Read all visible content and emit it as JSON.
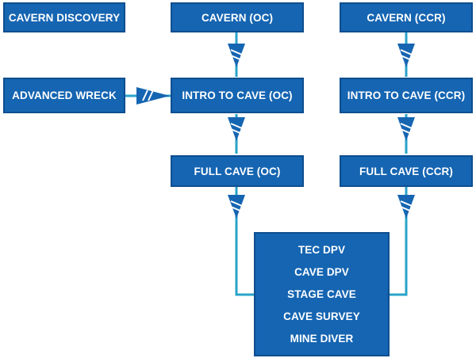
{
  "nodes": {
    "cavern_discovery": "CAVERN DISCOVERY",
    "cavern_oc": "CAVERN (OC)",
    "cavern_ccr": "CAVERN (CCR)",
    "advanced_wreck": "ADVANCED WRECK",
    "intro_cave_oc": "INTRO TO CAVE (OC)",
    "intro_cave_ccr": "INTRO TO CAVE (CCR)",
    "full_cave_oc": "FULL CAVE (OC)",
    "full_cave_ccr": "FULL CAVE (CCR)",
    "specialties": [
      "TEC DPV",
      "CAVE DPV",
      "STAGE CAVE",
      "CAVE SURVEY",
      "MINE DIVER"
    ]
  },
  "colors": {
    "box_fill": "#1565b2",
    "box_border": "#0d4e8f",
    "connector": "#29a3c9",
    "arrow": "#1565b2",
    "text": "#ffffff"
  }
}
